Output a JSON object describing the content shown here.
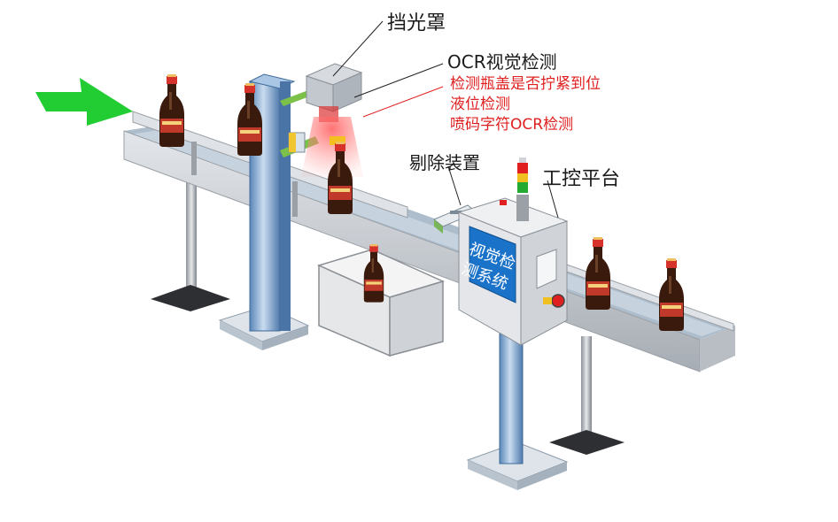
{
  "labels": {
    "light_shield": "挡光罩",
    "ocr_title": "OCR视觉检测",
    "ocr_items": [
      "检测瓶盖是否拧紧到位",
      "液位检测",
      "喷码字符OCR检测"
    ],
    "reject_device": "剔除装置",
    "ipc_platform": "工控平台",
    "screen_line1": "视觉检",
    "screen_line2": "测系统"
  },
  "colors": {
    "arrow": "#22cc33",
    "screen": "#1a73c9",
    "red_text": "#e02020",
    "bottle": "#3a1a0c",
    "cap": "#d6312b",
    "frame": "#cfd3d8"
  },
  "icons": [
    "flow-arrow-icon",
    "warning-light-icon",
    "red-button-icon"
  ]
}
